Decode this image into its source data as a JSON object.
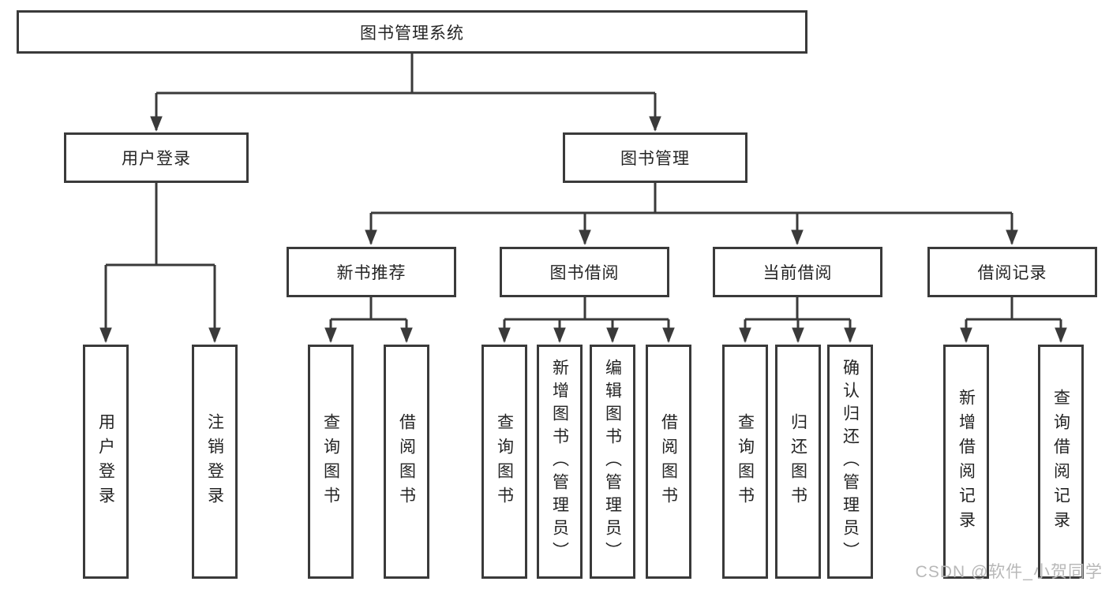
{
  "diagram": {
    "root": {
      "label": "图书管理系统"
    },
    "level2": {
      "user_login": "用户登录",
      "book_management": "图书管理"
    },
    "level3": {
      "new_book_recommendation": "新书推荐",
      "book_borrowing": "图书借阅",
      "current_borrowing": "当前借阅",
      "borrowing_records": "借阅记录"
    },
    "level4": {
      "user_login_children": [
        "用户登录",
        "注销登录"
      ],
      "new_book_children": [
        "查询图书",
        "借阅图书"
      ],
      "book_borrowing_children": [
        "查询图书",
        "新增图书（管理员）",
        "编辑图书（管理员）",
        "借阅图书"
      ],
      "current_borrowing_children": [
        "查询图书",
        "归还图书",
        "确认归还（管理员）"
      ],
      "borrowing_records_children": [
        "新增借阅记录",
        "查询借阅记录"
      ]
    }
  },
  "watermark": "CSDN @软件_小贺同学",
  "colors": {
    "line": "#3a3a3a",
    "box_border": "#3a3a3a",
    "text": "#242424",
    "watermark": "#b8b8b8",
    "background": "#ffffff"
  }
}
